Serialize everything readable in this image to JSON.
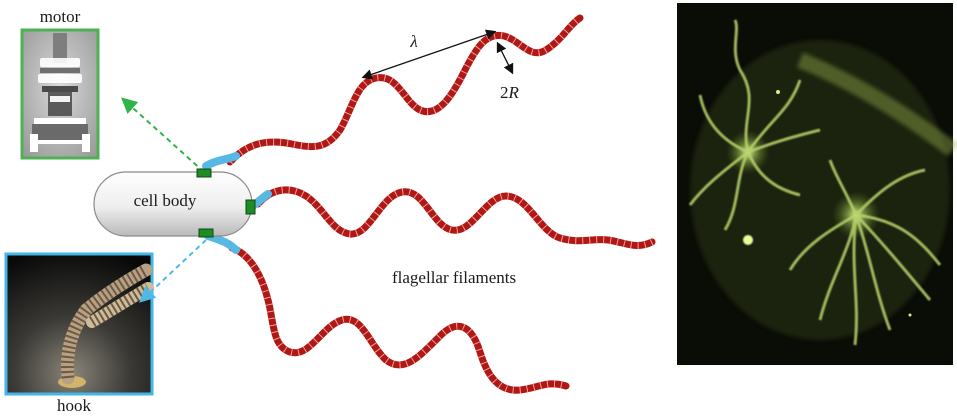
{
  "labels": {
    "motor": "motor",
    "hook": "hook",
    "cell_body": "cell body",
    "flagellar_filaments": "flagellar filaments",
    "wavelength": "λ",
    "diameter_prefix": "2",
    "diameter_var": "R"
  },
  "colors": {
    "filament": "#b01818",
    "filament_highlight": "#e25b4b",
    "hook_segment": "#58b8e4",
    "motor_box": "#1f8a26",
    "motor_arrow": "#2fb34a",
    "hook_arrow": "#4fb9e6",
    "motor_frame": "#4fb153",
    "hook_frame": "#42b6e5",
    "micrograph_bg": "#0a0c06",
    "micrograph_glow": "#b6d46a"
  },
  "icons": {
    "motor_image": "motor-cryo-em-icon",
    "hook_image": "hook-render-icon",
    "micrograph": "fluorescence-micrograph-icon"
  }
}
